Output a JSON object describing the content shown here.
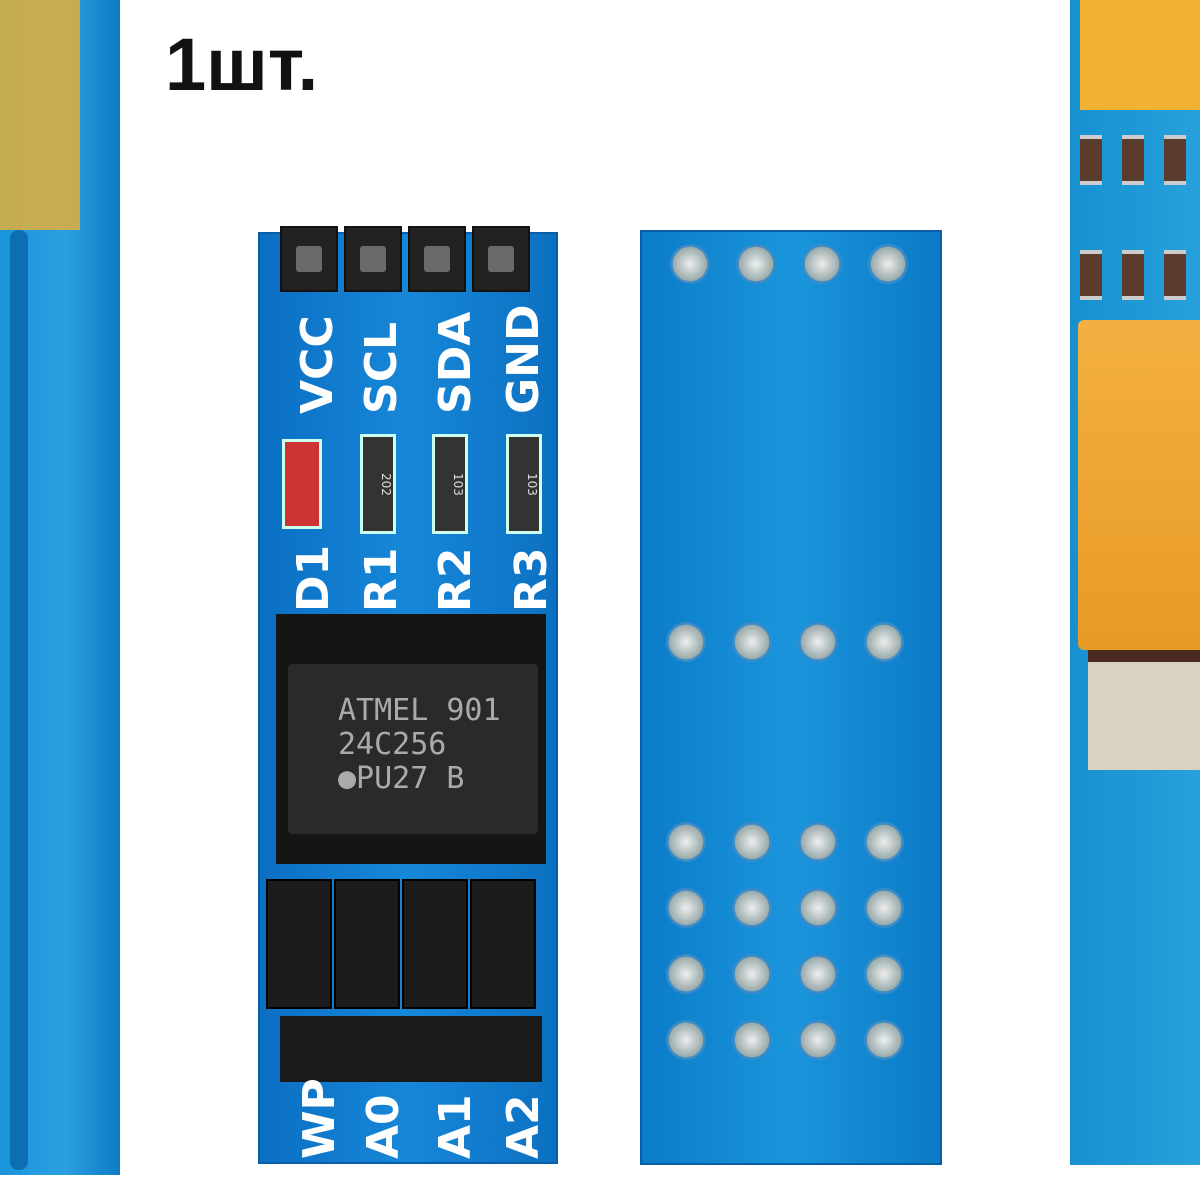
{
  "title": "1шт.",
  "front_labels_top": [
    "VCC",
    "SCL",
    "SDA",
    "GND"
  ],
  "component_labels": [
    "D1",
    "R1",
    "R2",
    "R3"
  ],
  "resistor_codes": [
    "202",
    "103",
    "103"
  ],
  "chip": {
    "line1": "ATMEL 901",
    "line2": "24C256",
    "line3": "●PU27   B"
  },
  "front_labels_bottom": [
    "WP",
    "A0",
    "A1",
    "A2"
  ],
  "colors": {
    "pcb": "#1787d8",
    "chip": "#2a2a2a",
    "flex": "#f3b040"
  }
}
